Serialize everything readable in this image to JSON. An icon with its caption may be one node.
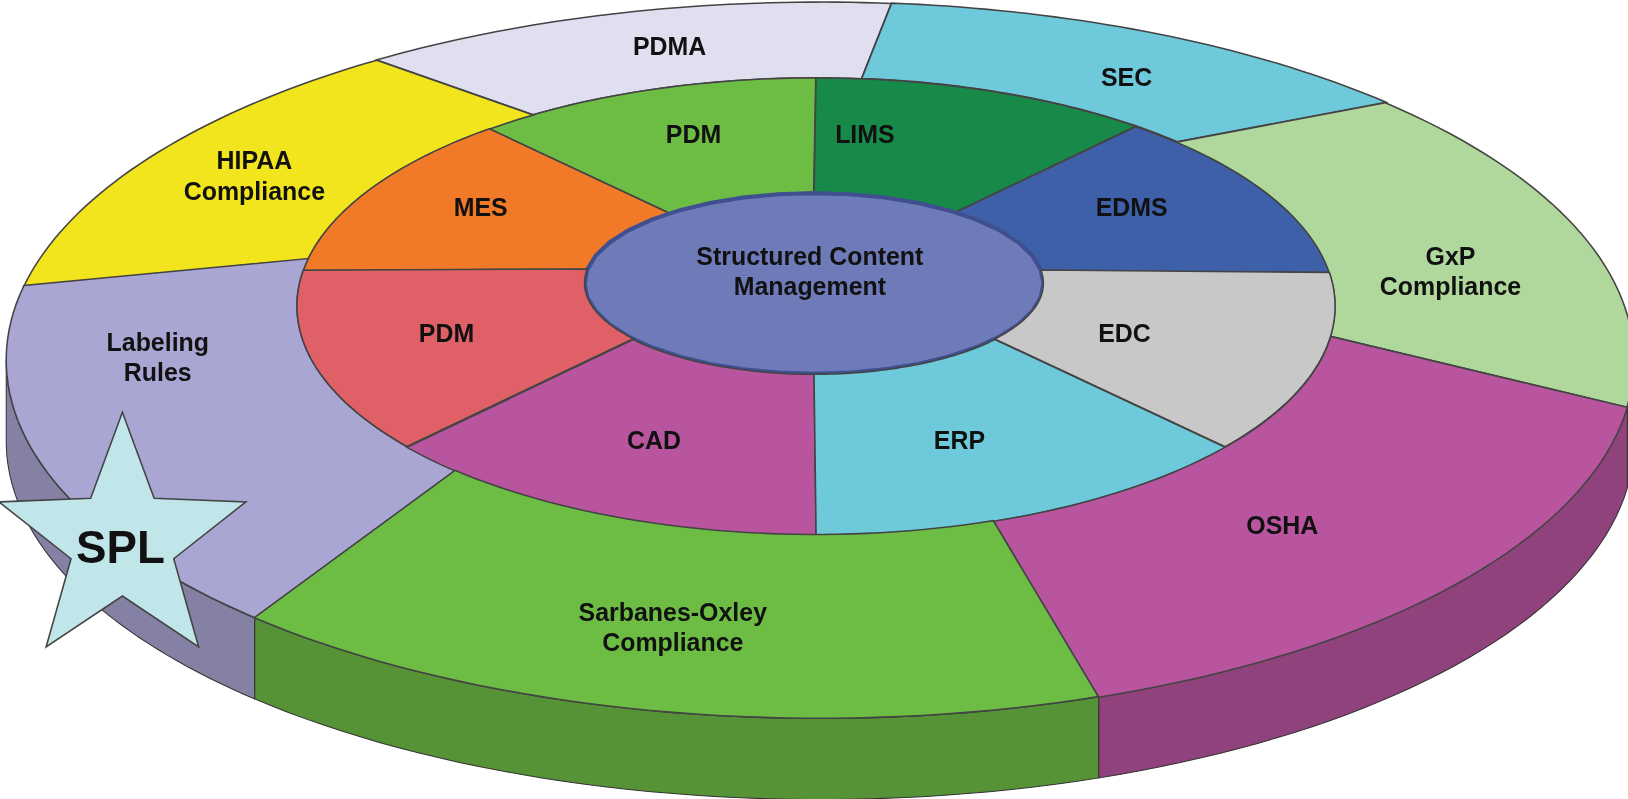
{
  "diagram": {
    "nodes": [
      {
        "text": [
          "PDMA"
        ]
      },
      {
        "text": [
          "SEC"
        ]
      },
      {
        "text": [
          "PDM"
        ]
      },
      {
        "text": [
          "LIMS"
        ]
      },
      {
        "text": [
          "HIPAA Compliance"
        ]
      },
      {
        "text": [
          "MES"
        ]
      },
      {
        "text": [
          "EDMS"
        ]
      },
      {
        "text": [
          "Structured Content Management"
        ]
      },
      {
        "text": [
          "GxP Compliance"
        ]
      },
      {
        "text": [
          "Labeling Rules"
        ]
      },
      {
        "text": [
          "PDM"
        ]
      },
      {
        "text": [
          "EDC"
        ]
      },
      {
        "text": [
          "CAD"
        ]
      },
      {
        "text": [
          "ERP"
        ]
      },
      {
        "text": [
          "OSHA"
        ]
      },
      {
        "text": [
          "SPL"
        ]
      },
      {
        "text": [
          "Sarbanes-Oxley Compliance"
        ]
      }
    ]
  }
}
